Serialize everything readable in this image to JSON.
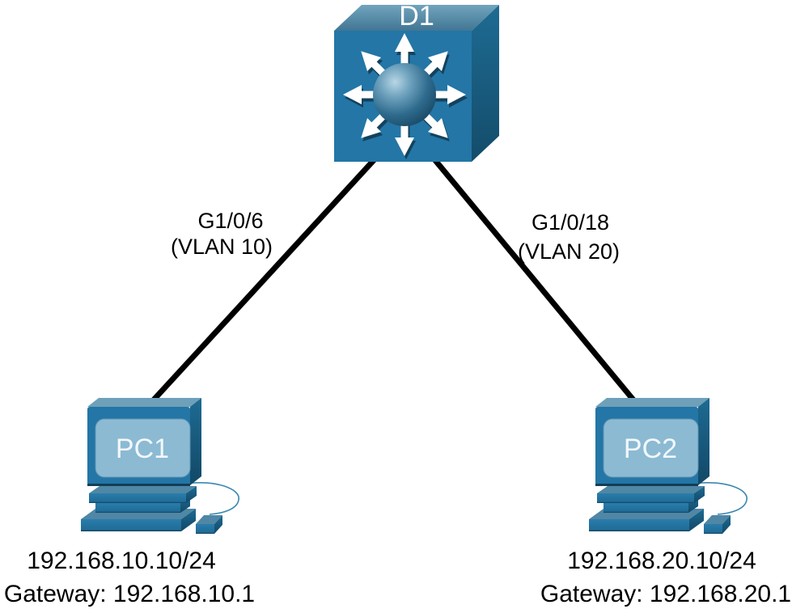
{
  "diagram": {
    "type": "network-topology",
    "switch": {
      "name": "D1",
      "icon": "layer3-switch-icon"
    },
    "links": [
      {
        "from": "D1",
        "to": "PC1",
        "interface": "G1/0/6",
        "vlan_label": "(VLAN 10)"
      },
      {
        "from": "D1",
        "to": "PC2",
        "interface": "G1/0/18",
        "vlan_label": "(VLAN 20)"
      }
    ],
    "pcs": [
      {
        "name": "PC1",
        "icon": "pc-icon",
        "ip": "192.168.10.10/24",
        "gateway": "Gateway: 192.168.10.1"
      },
      {
        "name": "PC2",
        "icon": "pc-icon",
        "ip": "192.168.20.10/24",
        "gateway": "Gateway: 192.168.20.1"
      }
    ],
    "colors": {
      "device_blue": "#2376A6",
      "device_blue_dark": "#15506F",
      "device_top_light": "#6FA3BC",
      "screen_light_blue": "#8CBAD3",
      "sphere_dark_blue": "#1A4A66",
      "arrow_white": "#FFFFFF",
      "arrow_shadow": "#123E57",
      "link_line_black": "#000000",
      "text_black": "#000000",
      "background": "#FFFFFF"
    }
  }
}
